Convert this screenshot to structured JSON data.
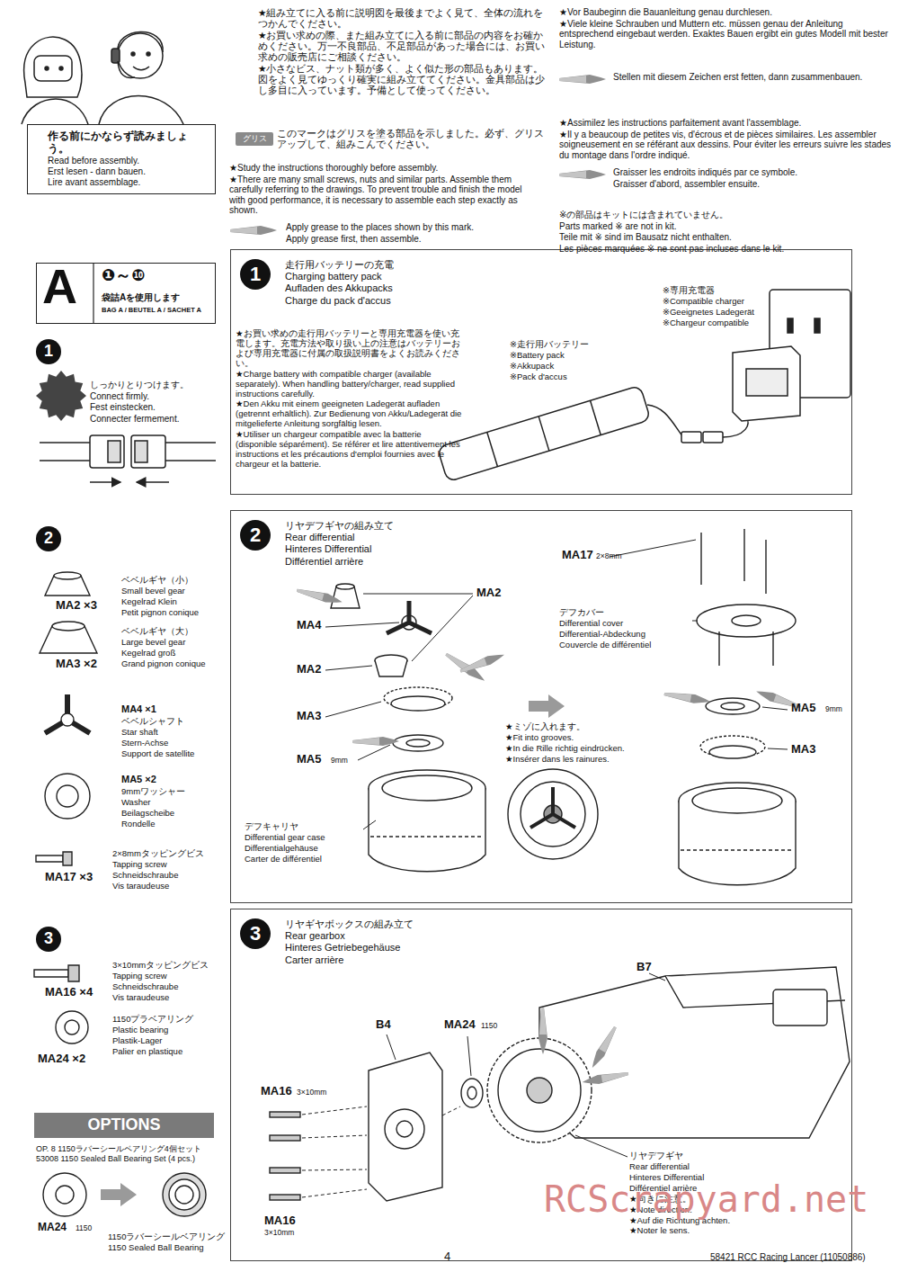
{
  "diagram": {
    "nodes": [
      {
        "text": [
          "作る前にかならず読みましょう。",
          "Read before assembly.",
          "Erst lesen - dann bauen.",
          "Lire avant assemblage."
        ]
      },
      {
        "text": [
          "グリス"
        ]
      },
      {
        "text": [
          "A",
          "❶～❿",
          "袋詰Aを使用します",
          "BAG A / BEUTEL A / SACHET A"
        ]
      },
      {
        "text": [
          "1"
        ]
      },
      {
        "text": [
          "走行用バッテリーの充電",
          "Charging battery pack",
          "Aufladen des Akkupacks",
          "Charge du pack d'accus"
        ]
      },
      {
        "text": [
          "1"
        ],
        "in": 4
      },
      {
        "text": [
          "2"
        ]
      },
      {
        "text": [
          "リヤデフギヤの組み立て",
          "Rear differential",
          "Hinteres Differential",
          "Différentiel arrière"
        ]
      },
      {
        "text": [
          "2"
        ],
        "in": 7
      },
      {
        "text": [
          "3"
        ]
      },
      {
        "text": [
          "リヤギヤボックスの組み立て",
          "Rear gearbox",
          "Hinteres Getriebegehäuse",
          "Carter arrière"
        ]
      },
      {
        "text": [
          "3"
        ],
        "in": 10
      },
      {
        "text": [
          "OPTIONS"
        ]
      }
    ],
    "labels": [
      "★組み立てに入る前に説明図を最後までよく見て、全体の流れをつかんでください。",
      "★お買い求めの際、また組み立てに入る前に部品の内容をお確かめください。万一不良部品、不足部品があった場合には、お買い求めの販売店にご相談ください。",
      "★小さなビス、ナット類が多く、よく似た形の部品もあります。図をよく見てゆっくり確実に組み立ててください。金具部品は少し多目に入っています。予備として使ってください。",
      "このマークはグリスを塗る部品を示しました。必ず、グリスアップして、組みこんでください。",
      "★Study the instructions thoroughly before assembly.",
      "★There are many small screws, nuts and similar parts. Assemble them carefully referring to the drawings. To prevent trouble and finish the model with good performance, it is necessary to assemble each step exactly as shown.",
      "Apply grease to the places shown by this mark.",
      "Apply grease first, then assemble.",
      "★Vor Baubeginn die Bauanleitung genau durchlesen.",
      "★Viele kleine Schrauben und Muttern etc. müssen genau der Anleitung entsprechend eingebaut werden. Exaktes Bauen ergibt ein gutes Modell mit bester Leistung.",
      "Stellen mit diesem Zeichen erst fetten, dann zusammenbauen.",
      "★Assimilez les instructions parfaitement avant l'assemblage.",
      "★Il y a beaucoup de petites vis, d'écrous et de pièces similaires. Les assembler soigneusement en se référant aux dessins. Pour éviter les erreurs suivre les stades du montage dans l'ordre indiqué.",
      "Graisser les endroits indiqués par ce symbole.",
      "Graisser d'abord, assembler ensuite.",
      "※の部品はキットには含まれていません。",
      "Parts marked ※ are not in kit.",
      "Teile mit ※ sind im Bausatz nicht enthalten.",
      "Les pièces marquées ※ ne sont pas incluses dans le kit.",
      "しっかりとりつけます。",
      "Connect firmly.",
      "Fest einstecken.",
      "Connecter fermement.",
      "★お買い求めの走行用バッテリーと専用充電器を使い充電します。充電方法や取り扱い上の注意はバッテリーおよび専用充電器に付属の取扱説明書をよくお読みください。",
      "★Charge battery with compatible charger (available separately). When handling battery/charger, read supplied instructions carefully.",
      "★Den Akku mit einem geeigneten Ladegerät aufladen (getrennt erhältlich). Zur Bedienung von Akku/Ladegerät die mitgelieferte Anleitung sorgfältig lesen.",
      "★Utiliser un chargeur compatible avec la batterie (disponible séparément). Se référer et lire attentivement les instructions et les précautions d'emploi fournies avec le chargeur et la batterie.",
      "※走行用バッテリー",
      "※Battery pack",
      "※Akkupack",
      "※Pack d'accus",
      "※専用充電器",
      "※Compatible charger",
      "※Geeignetes Ladegerät",
      "※Chargeur compatible",
      "MA2 ×3",
      "ベベルギヤ（小）",
      "Small bevel gear",
      "Kegelrad Klein",
      "Petit pignon conique",
      "MA3 ×2",
      "ベベルギヤ（大）",
      "Large bevel gear",
      "Kegelrad groß",
      "Grand pignon conique",
      "MA4 ×1",
      "ベベルシャフト",
      "Star shaft",
      "Stern-Achse",
      "Support de satellite",
      "MA5 ×2",
      "9mmワッシャー",
      "Washer",
      "Beilagscheibe",
      "Rondelle",
      "2×8mmタッピングビス",
      "Tapping screw",
      "Schneidschraube",
      "Vis taraudeuse",
      "MA17 ×3",
      "MA2",
      "MA4",
      "MA2",
      "MA3",
      "MA5",
      "9mm",
      "デフキャリヤ",
      "Differential gear case",
      "Differentialgehäuse",
      "Carter de différentiel",
      "★ミゾに入れます。",
      "★Fit into grooves.",
      "★In die Rille richtig eindrücken.",
      "★Insérer dans les rainures.",
      "MA17",
      "2×8mm",
      "デフカバー",
      "Differential cover",
      "Differential-Abdeckung",
      "Couvercle de différentiel",
      "MA5",
      "9mm",
      "MA3",
      "3×10mmタッピングビス",
      "Tapping screw",
      "Schneidschraube",
      "Vis taraudeuse",
      "MA16 ×4",
      "1150プラベアリング",
      "Plastic bearing",
      "Plastik-Lager",
      "Palier en plastique",
      "MA24 ×2",
      "OP. 8 1150ラバーシールベアリング4個セット",
      "53008 1150 Sealed Ball Bearing Set (4 pcs.)",
      "MA24",
      "1150",
      "1150ラバーシールベアリング",
      "1150 Sealed Ball Bearing",
      "B7",
      "B4",
      "MA24",
      "1150",
      "MA16",
      "3×10mm",
      "MA16",
      "3×10mm",
      "リヤデフギヤ",
      "Rear differential",
      "Hinteres Differential",
      "Différentiel arrière",
      "★向きに注意。",
      "★Note direction.",
      "★Auf die Richtung achten.",
      "★Noter le sens.",
      "4",
      "58421 RCC Racing Lancer (11050886)",
      "RCScrapyard.net"
    ]
  }
}
